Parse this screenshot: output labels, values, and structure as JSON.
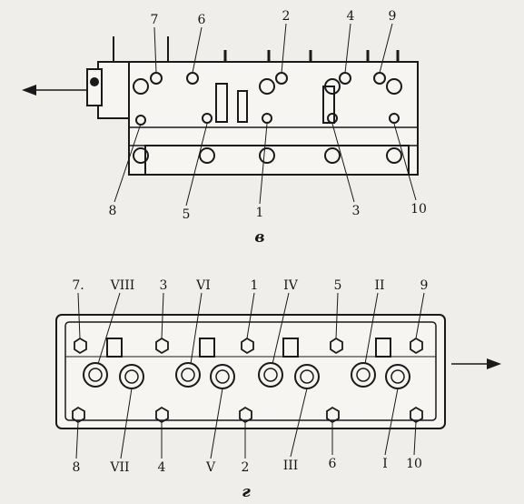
{
  "top_view": {
    "caption": "в",
    "labels_top": [
      "7",
      "6",
      "2",
      "4",
      "9"
    ],
    "labels_bottom": [
      "8",
      "5",
      "1",
      "3",
      "10"
    ]
  },
  "bottom_view": {
    "caption": "г",
    "labels_top": [
      "7.",
      "VIII",
      "3",
      "VI",
      "1",
      "IV",
      "5",
      "II",
      "9"
    ],
    "labels_bottom": [
      "8",
      "VII",
      "4",
      "V",
      "2",
      "III",
      "6",
      "I",
      "10"
    ]
  }
}
